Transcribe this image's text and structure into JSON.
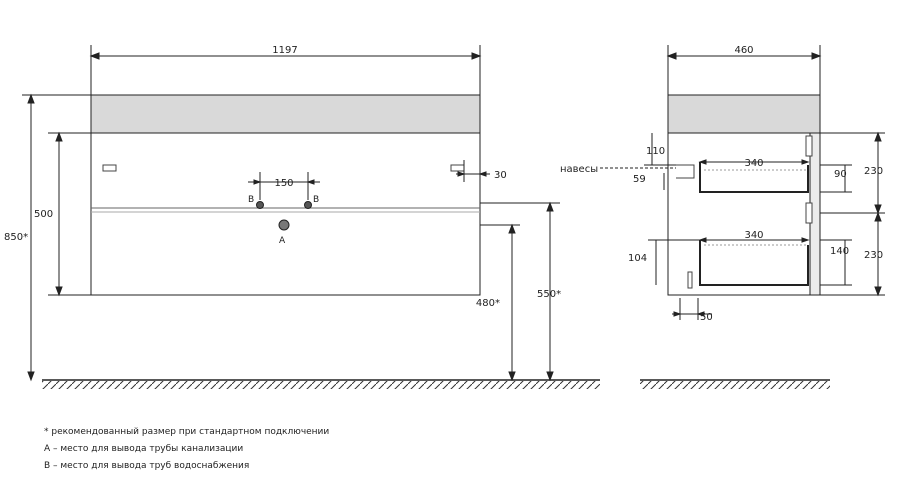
{
  "front": {
    "width": "1197",
    "height_total": "850*",
    "height_body": "500",
    "hole_spacing": "150",
    "hanger_offset": "30",
    "label_b_left": "B",
    "label_b_right": "B",
    "label_a": "A",
    "drain_height": "480*",
    "supply_height": "550*"
  },
  "side": {
    "depth": "460",
    "hangers_label": "навесы",
    "dim_110": "110",
    "dim_59": "59",
    "dim_104": "104",
    "dim_50": "50",
    "drawer_top_depth": "340",
    "drawer_bottom_depth": "340",
    "dim_90": "90",
    "dim_140": "140",
    "dim_230_top": "230",
    "dim_230_bottom": "230"
  },
  "notes": [
    "* рекомендованный размер при стандартном подключении",
    "А – место для вывода трубы канализации",
    "В – место для вывода труб водоснабжения"
  ],
  "colors": {
    "line": "#222222",
    "countertop": "#d9d9d9",
    "panel": "#ececec",
    "body": "#ffffff"
  }
}
